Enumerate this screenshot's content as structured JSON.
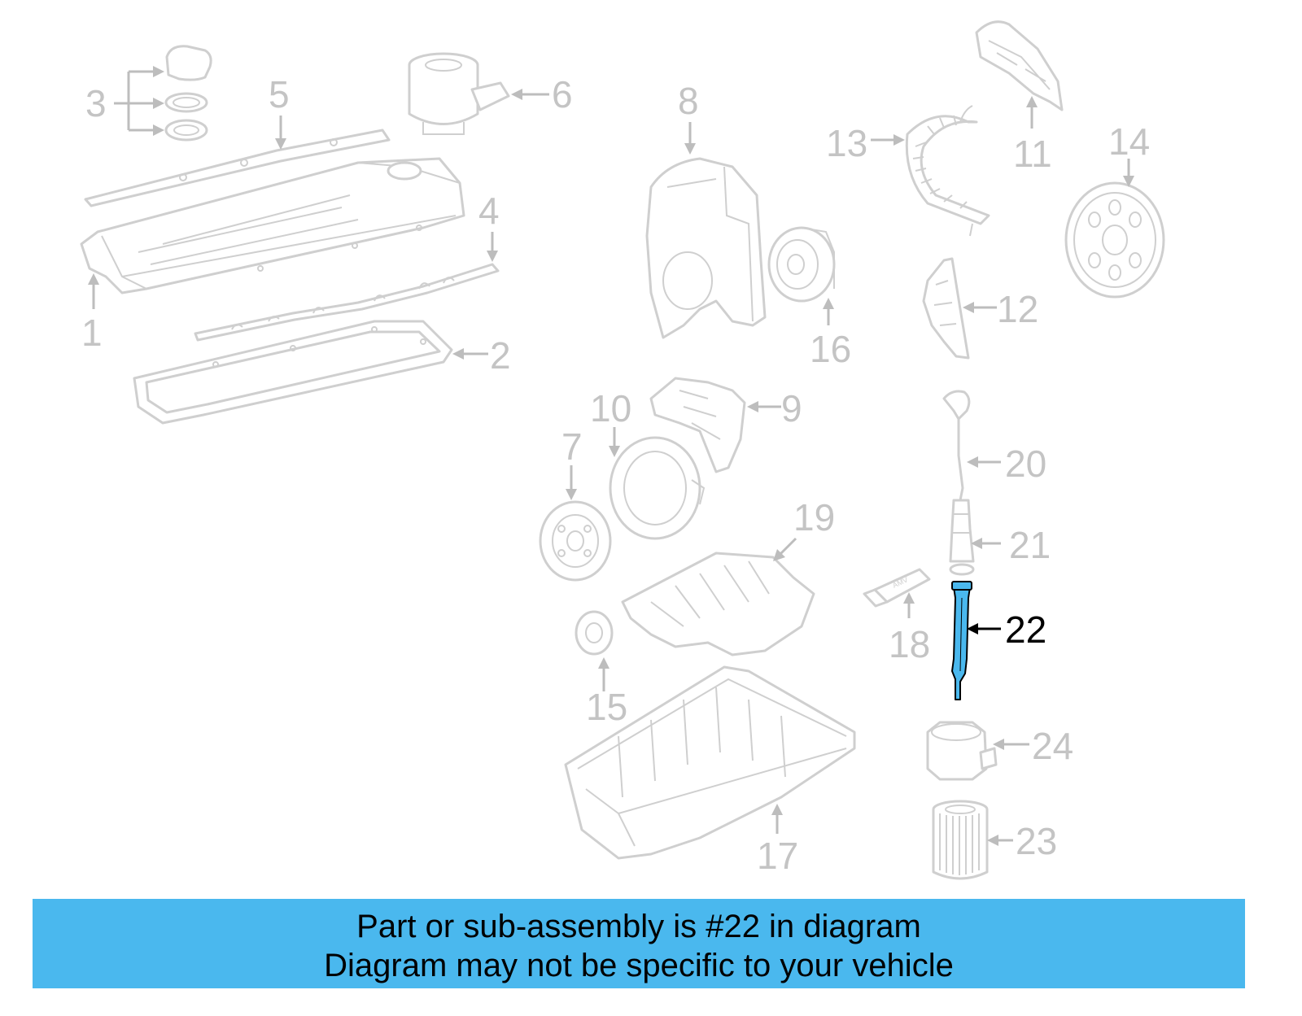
{
  "diagram": {
    "highlight_color": "#4ab8ee",
    "callouts": {
      "c1": "1",
      "c2": "2",
      "c3": "3",
      "c4": "4",
      "c5": "5",
      "c6": "6",
      "c7": "7",
      "c8": "8",
      "c9": "9",
      "c10": "10",
      "c11": "11",
      "c12": "12",
      "c13": "13",
      "c14": "14",
      "c15": "15",
      "c16": "16",
      "c17": "17",
      "c18": "18",
      "c19": "19",
      "c20": "20",
      "c21": "21",
      "c22": "22",
      "c23": "23",
      "c24": "24"
    },
    "highlighted_part": "22",
    "tube_label_text": "AMV"
  },
  "banner": {
    "line1": "Part or sub-assembly is #22 in diagram",
    "line2": "Diagram may not be specific to your vehicle",
    "background": "#4ab8ee"
  }
}
